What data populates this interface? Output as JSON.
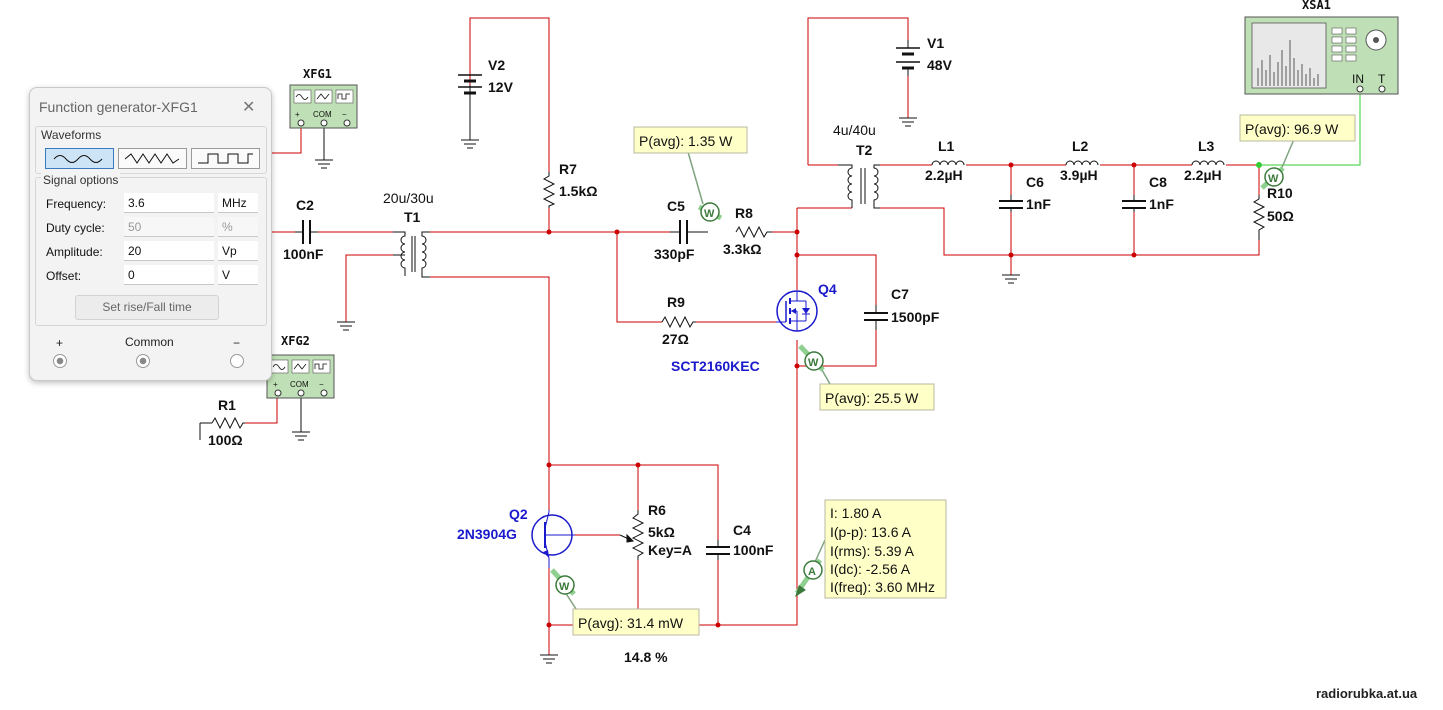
{
  "dialog": {
    "title": "Function generator-XFG1",
    "close_glyph": "✕",
    "waveforms_label": "Waveforms",
    "waveforms": [
      "sine",
      "triangle",
      "square"
    ],
    "selected_waveform": "sine",
    "signal_options_label": "Signal options",
    "fields": [
      {
        "label": "Frequency:",
        "value": "3.6",
        "unit": "MHz",
        "enabled": true
      },
      {
        "label": "Duty cycle:",
        "value": "50",
        "unit": "%",
        "enabled": false
      },
      {
        "label": "Amplitude:",
        "value": "20",
        "unit": "Vp",
        "enabled": true
      },
      {
        "label": "Offset:",
        "value": "0",
        "unit": "V",
        "enabled": true
      }
    ],
    "set_rise_fall_label": "Set rise/Fall time",
    "terminals": {
      "plus": "+",
      "common": "Common",
      "minus": "−"
    }
  },
  "components": {
    "xfg1": "XFG1",
    "xfg2": "XFG2",
    "xsa1": "XSA1",
    "com": "COM",
    "sa_in": "IN",
    "sa_t": "T",
    "v2": {
      "name": "V2",
      "value": "12V"
    },
    "v1": {
      "name": "V1",
      "value": "48V"
    },
    "r1": {
      "name": "R1",
      "value": "100Ω"
    },
    "c2": {
      "name": "C2",
      "value": "100nF"
    },
    "t1": {
      "name": "T1",
      "ratio": "20u/30u"
    },
    "r7": {
      "name": "R7",
      "value": "1.5kΩ"
    },
    "c5": {
      "name": "C5",
      "value": "330pF"
    },
    "r8": {
      "name": "R8",
      "value": "3.3kΩ"
    },
    "r9": {
      "name": "R9",
      "value": "27Ω"
    },
    "q4": {
      "name": "Q4",
      "part": "SCT2160KEC"
    },
    "c7": {
      "name": "C7",
      "value": "1500pF"
    },
    "t2": {
      "name": "T2",
      "ratio": "4u/40u"
    },
    "l1": {
      "name": "L1",
      "value": "2.2µH"
    },
    "l2": {
      "name": "L2",
      "value": "3.9µH"
    },
    "l3": {
      "name": "L3",
      "value": "2.2µH"
    },
    "c6": {
      "name": "C6",
      "value": "1nF"
    },
    "c8": {
      "name": "C8",
      "value": "1nF"
    },
    "r10": {
      "name": "R10",
      "value": "50Ω"
    },
    "q2": {
      "name": "Q2",
      "part": "2N3904G"
    },
    "r6": {
      "name": "R6",
      "value": "5kΩ",
      "key": "Key=A"
    },
    "c4": {
      "name": "C4",
      "value": "100nF"
    }
  },
  "probes": {
    "p_r8": "P(avg): 1.35 W",
    "p_out": "P(avg): 96.9 W",
    "p_q4": "P(avg): 25.5 W",
    "p_q2": "P(avg): 31.4 mW",
    "current": [
      "I: 1.80 A",
      "I(p-p): 13.6 A",
      "I(rms): 5.39 A",
      "I(dc): -2.56 A",
      "I(freq): 3.60 MHz"
    ],
    "w": "W",
    "a": "A"
  },
  "efficiency": "14.8 %",
  "watermark": "radiorubka.at.ua",
  "colors": {
    "wire": "#cc0000",
    "wire_green": "#33cc33",
    "part": "#111111",
    "part_blue": "#1a1acc",
    "probe_fill": "#ffffc8",
    "meter_green": "#3b7a3b"
  }
}
